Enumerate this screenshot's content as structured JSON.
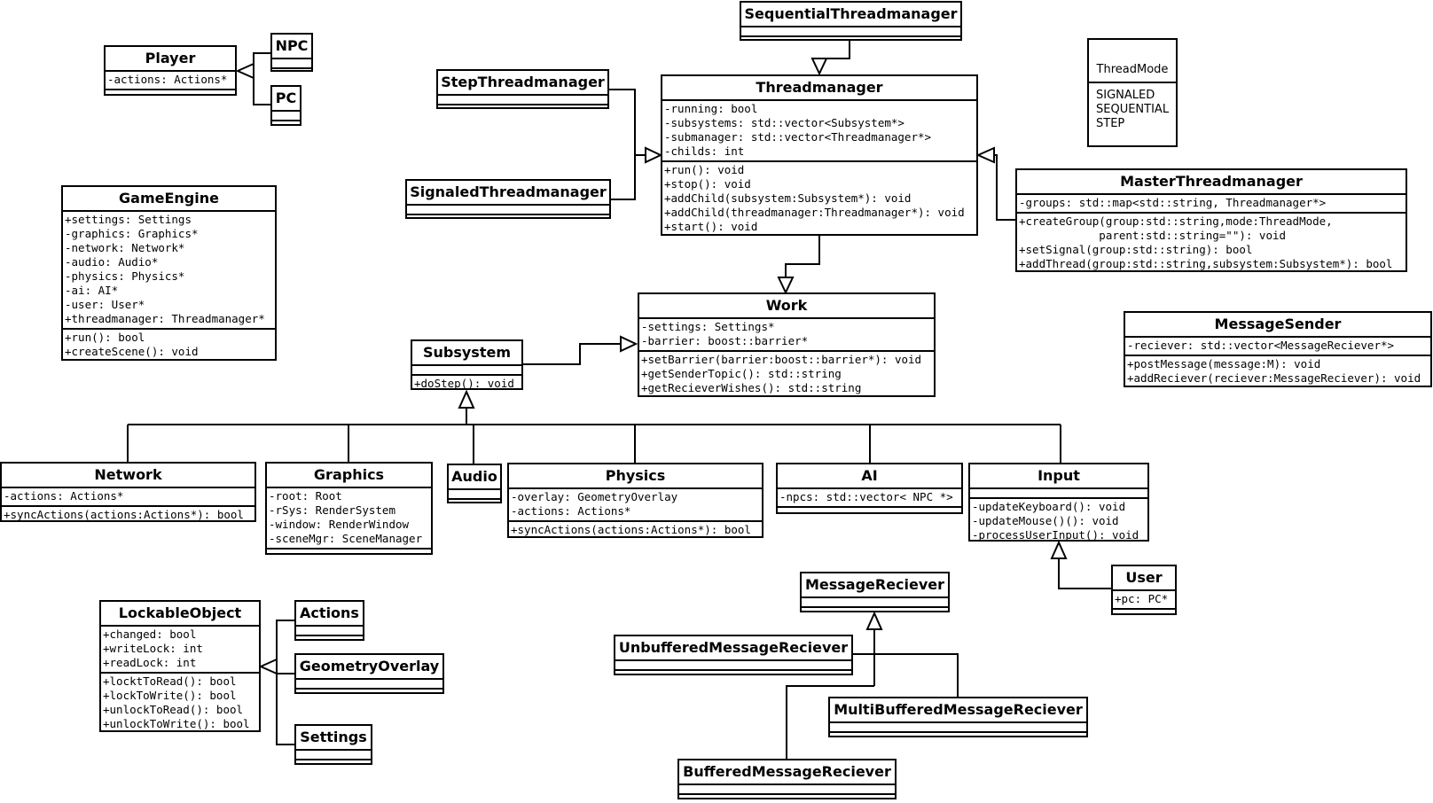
{
  "classes": {
    "player": {
      "name": "Player",
      "attrs": [
        "-actions: Actions*"
      ],
      "ops": []
    },
    "npc": {
      "name": "NPC",
      "attrs": [],
      "ops": []
    },
    "pc": {
      "name": "PC",
      "attrs": [],
      "ops": []
    },
    "game_engine": {
      "name": "GameEngine",
      "attrs": [
        "+settings: Settings",
        "-graphics: Graphics*",
        "-network: Network*",
        "-audio: Audio*",
        "-physics: Physics*",
        "-ai: AI*",
        "-user: User*",
        "+threadmanager: Threadmanager*"
      ],
      "ops": [
        "+run(): bool",
        "+createScene(): void"
      ]
    },
    "sequential_threadmanager": {
      "name": "SequentialThreadmanager",
      "attrs": [],
      "ops": []
    },
    "step_threadmanager": {
      "name": "StepThreadmanager",
      "attrs": [],
      "ops": []
    },
    "signaled_threadmanager": {
      "name": "SignaledThreadmanager",
      "attrs": [],
      "ops": []
    },
    "threadmanager": {
      "name": "Threadmanager",
      "attrs": [
        "-running: bool",
        "-subsystems: std::vector<Subsystem*>",
        "-submanager: std::vector<Threadmanager*>",
        "-childs: int"
      ],
      "ops": [
        "+run(): void",
        "+stop(): void",
        "+addChild(subsystem:Subsystem*): void",
        "+addChild(threadmanager:Threadmanager*): void",
        "+start(): void"
      ]
    },
    "master_threadmanager": {
      "name": "MasterThreadmanager",
      "attrs": [
        "-groups: std::map<std::string, Threadmanager*>"
      ],
      "ops": [
        "+createGroup(group:std::string,mode:ThreadMode,",
        "            parent:std::string=\"\"): void",
        "+setSignal(group:std::string): bool",
        "+addThread(group:std::string,subsystem:Subsystem*): bool"
      ]
    },
    "work": {
      "name": "Work",
      "attrs": [
        "-settings: Settings*",
        "-barrier: boost::barrier*"
      ],
      "ops": [
        "+setBarrier(barrier:boost::barrier*): void",
        "+getSenderTopic(): std::string",
        "+getRecieverWishes(): std::string"
      ]
    },
    "subsystem": {
      "name": "Subsystem",
      "attrs": [],
      "ops": [
        "+doStep(): void"
      ]
    },
    "message_sender": {
      "name": "MessageSender",
      "attrs": [
        "-reciever: std::vector<MessageReciever*>"
      ],
      "ops": [
        "+postMessage(message:M): void",
        "+addReciever(reciever:MessageReciever): void"
      ]
    },
    "network": {
      "name": "Network",
      "attrs": [
        "-actions: Actions*"
      ],
      "ops": [
        "+syncActions(actions:Actions*): bool"
      ]
    },
    "graphics": {
      "name": "Graphics",
      "attrs": [
        "-root: Root",
        "-rSys: RenderSystem",
        "-window: RenderWindow",
        "-sceneMgr: SceneManager"
      ],
      "ops": []
    },
    "audio": {
      "name": "Audio",
      "attrs": [],
      "ops": []
    },
    "physics": {
      "name": "Physics",
      "attrs": [
        "-overlay: GeometryOverlay",
        "-actions: Actions*"
      ],
      "ops": [
        "+syncActions(actions:Actions*): bool"
      ]
    },
    "ai": {
      "name": "AI",
      "attrs": [
        "-npcs: std::vector< NPC *>"
      ],
      "ops": []
    },
    "input": {
      "name": "Input",
      "attrs": [],
      "ops": [
        "-updateKeyboard(): void",
        "-updateMouse()(): void",
        "-processUserInput(): void"
      ]
    },
    "user": {
      "name": "User",
      "attrs": [
        "+pc: PC*"
      ],
      "ops": []
    },
    "lockable_object": {
      "name": "LockableObject",
      "attrs": [
        "+changed: bool",
        "+writeLock: int",
        "+readLock: int"
      ],
      "ops": [
        "+locktToRead(): bool",
        "+lockToWrite(): bool",
        "+unlockToRead(): bool",
        "+unlockToWrite(): bool"
      ]
    },
    "actions": {
      "name": "Actions",
      "attrs": [],
      "ops": []
    },
    "geometry_overlay": {
      "name": "GeometryOverlay",
      "attrs": [],
      "ops": []
    },
    "settings": {
      "name": "Settings",
      "attrs": [],
      "ops": []
    },
    "message_reciever": {
      "name": "MessageReciever",
      "attrs": [],
      "ops": []
    },
    "unbuffered_message_reciever": {
      "name": "UnbufferedMessageReciever",
      "attrs": [],
      "ops": []
    },
    "multibuffered_message_reciever": {
      "name": "MultiBufferedMessageReciever",
      "attrs": [],
      "ops": []
    },
    "buffered_message_reciever": {
      "name": "BufferedMessageReciever",
      "attrs": [],
      "ops": []
    }
  },
  "thread_mode": {
    "name": "ThreadMode",
    "literals": [
      "SIGNALED",
      "SEQUENTIAL",
      "STEP"
    ]
  }
}
